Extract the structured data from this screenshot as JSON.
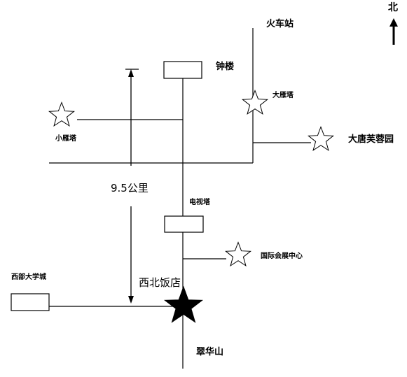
{
  "map": {
    "north_label": "北",
    "distance_label": "9.5公里",
    "places": {
      "train_station": "火车站",
      "bell_tower": "钟楼",
      "big_goose_pagoda": "大雁塔",
      "small_goose_pagoda": "小雁塔",
      "tang_paradise": "大唐芙蓉园",
      "tv_tower": "电视塔",
      "expo_center": "国际会展中心",
      "northwest_hotel": "西北饭店",
      "western_university_city": "西部大学城",
      "cuihua_mountain": "翠华山"
    }
  },
  "colors": {
    "ink": "#000000",
    "background": "#ffffff"
  }
}
